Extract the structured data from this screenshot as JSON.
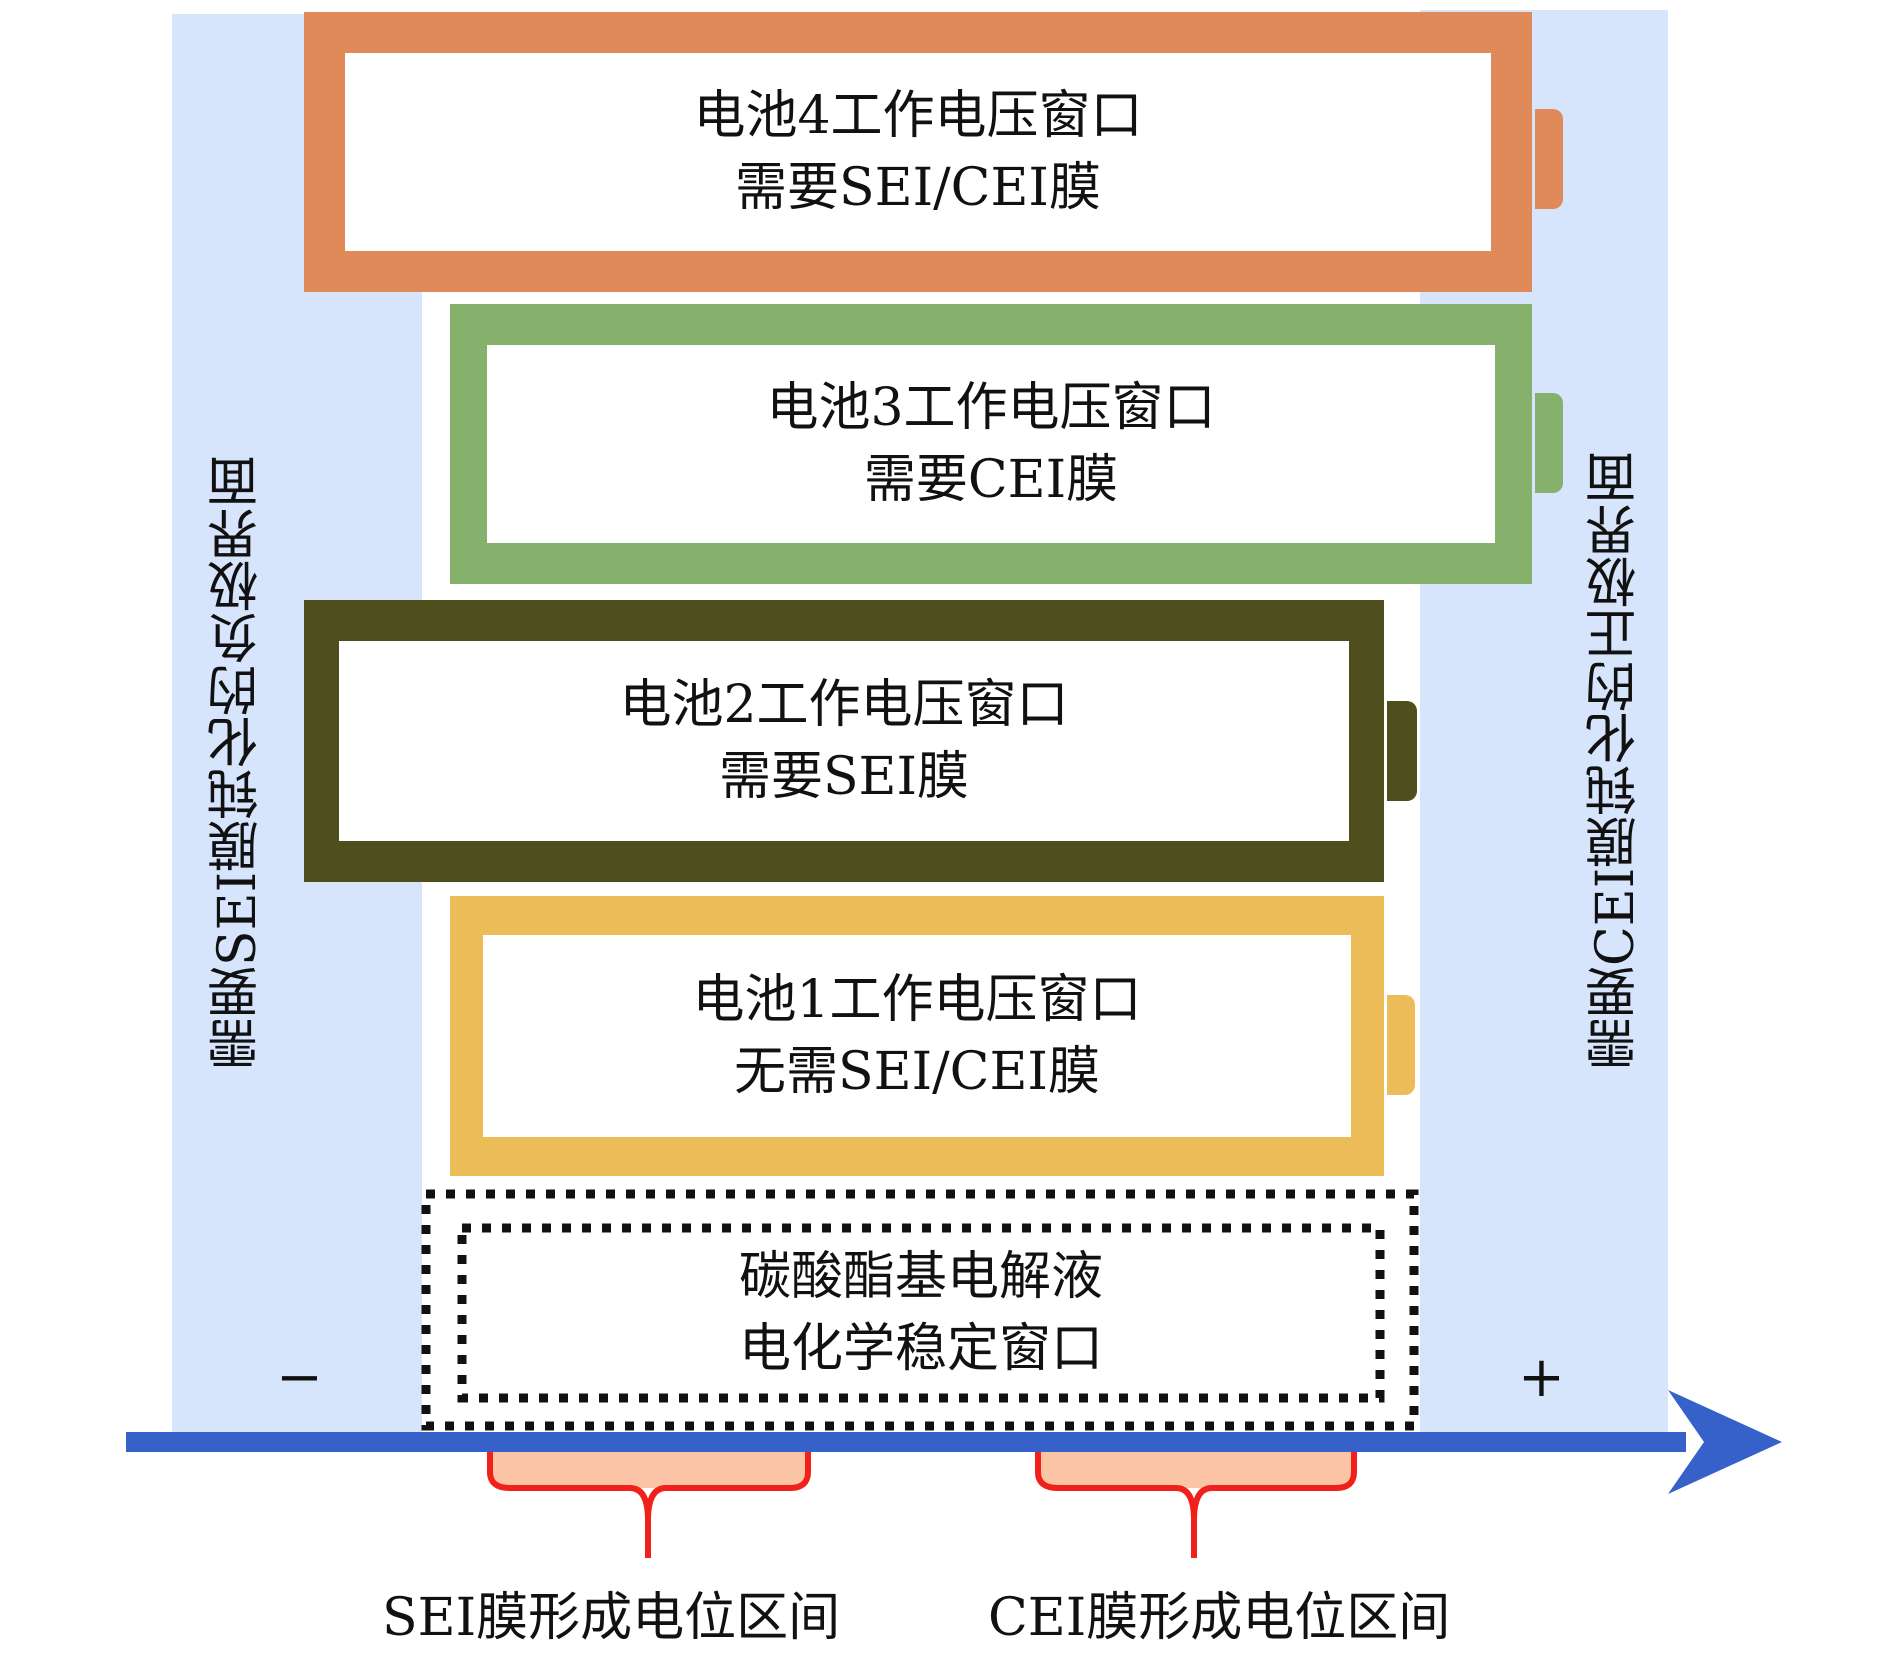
{
  "bands": {
    "left_label": "需要SEI膜钝化的负极界面",
    "right_label": "需要CEI膜钝化的正极界面"
  },
  "batteries": [
    {
      "id": "battery-4",
      "line1": "电池4工作电压窗口",
      "line2": "需要SEI/CEI膜",
      "color": "#e08a5a"
    },
    {
      "id": "battery-3",
      "line1": "电池3工作电压窗口",
      "line2": "需要CEI膜",
      "color": "#86b16c"
    },
    {
      "id": "battery-2",
      "line1": "电池2工作电压窗口",
      "line2": "需要SEI膜",
      "color": "#4f4f1d"
    },
    {
      "id": "battery-1",
      "line1": "电池1工作电压窗口",
      "line2": "无需SEI/CEI膜",
      "color": "#ebbc58"
    }
  ],
  "electrolyte": {
    "line1": "碳酸酯基电解液",
    "line2": "电化学稳定窗口"
  },
  "axis": {
    "minus": "−",
    "plus": "+",
    "color": "#3561c8"
  },
  "ranges": {
    "sei_label": "SEI膜形成电位区间",
    "cei_label": "CEI膜形成电位区间",
    "fill_color": "#fbc4a4",
    "stroke_color": "#f0201a"
  }
}
